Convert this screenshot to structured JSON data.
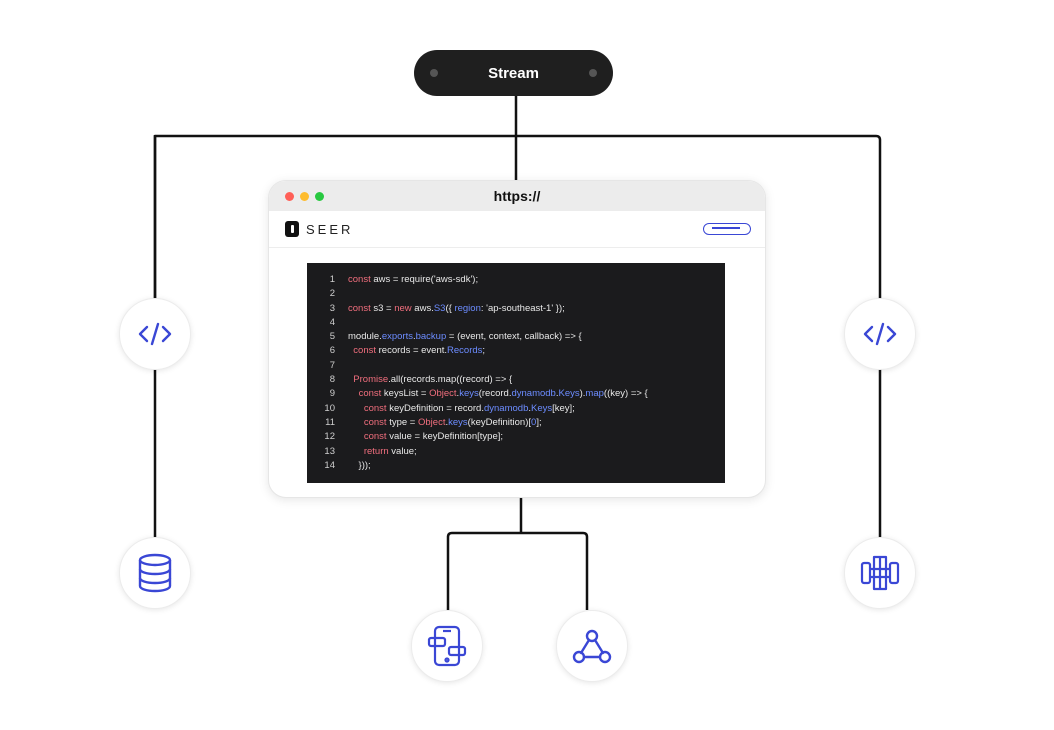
{
  "stream": {
    "label": "Stream"
  },
  "browser": {
    "url": "https://",
    "logo_text": "SEER",
    "traffic_colors": [
      "#ff5f57",
      "#febc2e",
      "#28c840"
    ]
  },
  "code": {
    "lines": [
      {
        "n": "1",
        "text": "const aws = require('aws-sdk');"
      },
      {
        "n": "2",
        "text": ""
      },
      {
        "n": "3",
        "text": "const s3 = new aws.S3({ region: 'ap-southeast-1' });"
      },
      {
        "n": "4",
        "text": ""
      },
      {
        "n": "5",
        "text": "module.exports.backup = (event, context, callback) => {"
      },
      {
        "n": "6",
        "text": "  const records = event.Records;"
      },
      {
        "n": "7",
        "text": ""
      },
      {
        "n": "8",
        "text": "  Promise.all(records.map((record) => {"
      },
      {
        "n": "9",
        "text": "    const keysList = Object.keys(record.dynamodb.Keys).map((key) => {"
      },
      {
        "n": "10",
        "text": "      const keyDefinition = record.dynamodb.Keys[key];"
      },
      {
        "n": "11",
        "text": "      const type = Object.keys(keyDefinition)[0];"
      },
      {
        "n": "12",
        "text": "      const value = keyDefinition[type];"
      },
      {
        "n": "13",
        "text": "      return value;"
      },
      {
        "n": "14",
        "text": "    }));"
      }
    ]
  },
  "icons": {
    "code_left": "code-icon",
    "code_right": "code-icon",
    "database": "database-icon",
    "mobile": "mobile-app-icon",
    "webhook": "webhook-icon",
    "service": "cloud-service-icon"
  },
  "colors": {
    "accent": "#3a47d5",
    "line": "#111111",
    "pill": "#1f1f1f",
    "code_bg": "#1b1b1d",
    "keyword": "#f06e7d",
    "function": "#6c8cff"
  }
}
